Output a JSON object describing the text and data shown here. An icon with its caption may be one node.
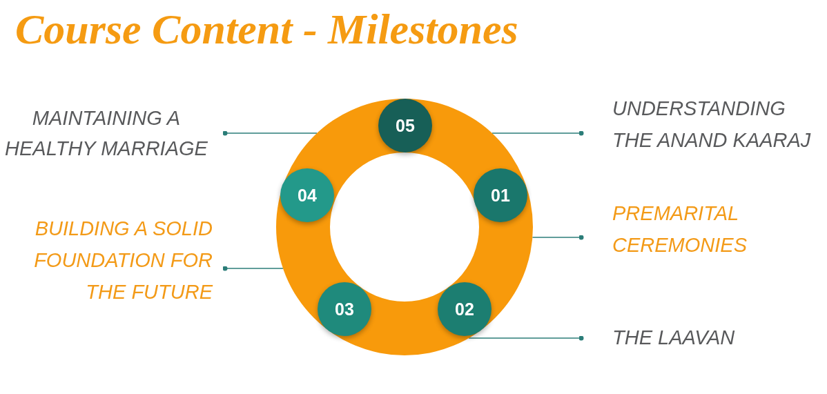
{
  "diagram": {
    "title": "Course Content - Milestones",
    "nodes": [
      {
        "text": [],
        "shape": "ring"
      },
      {
        "text": [
          "05"
        ],
        "in": 0
      },
      {
        "text": [
          "04"
        ],
        "in": 0
      },
      {
        "text": [
          "01"
        ],
        "in": 0
      },
      {
        "text": [
          "03"
        ],
        "in": 0
      },
      {
        "text": [
          "02"
        ],
        "in": 0
      },
      {
        "text": [
          "MAINTAINING A HEALTHY MARRIAGE"
        ]
      },
      {
        "text": [
          "UNDERSTANDING THE ANAND KAARAJ"
        ]
      },
      {
        "text": [
          "BUILDING A SOLID FOUNDATION FOR THE FUTURE"
        ]
      },
      {
        "text": [
          "PREMARITAL CEREMONIES"
        ]
      },
      {
        "text": [
          "THE LAAVAN"
        ]
      }
    ],
    "edges": [
      {
        "from": 6,
        "to": 0,
        "arrow": "other"
      },
      {
        "from": 7,
        "to": 0,
        "arrow": "other"
      },
      {
        "from": 8,
        "to": 0,
        "arrow": "other"
      },
      {
        "from": 9,
        "to": 0,
        "arrow": "other"
      },
      {
        "from": 10,
        "to": 0,
        "arrow": "other"
      }
    ]
  }
}
